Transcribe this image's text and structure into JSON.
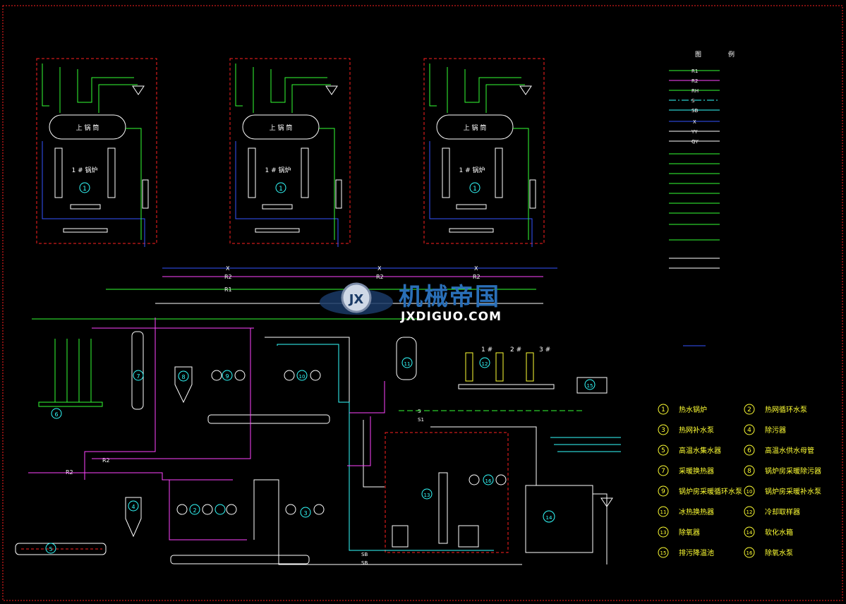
{
  "drawing": {
    "boilers": [
      {
        "drum_label": "上 锅 筒",
        "unit_label": "1 # 锅炉",
        "number": "1"
      },
      {
        "drum_label": "上 锅 筒",
        "unit_label": "1 # 锅炉",
        "number": "1"
      },
      {
        "drum_label": "上 锅 筒",
        "unit_label": "1 # 锅炉",
        "number": "1"
      }
    ],
    "pipe_labels": {
      "x": "X",
      "r2": "R2",
      "r1": "R1",
      "s": "S",
      "s1": "S1",
      "sb": "SB"
    },
    "equipment_numbers": [
      "2",
      "3",
      "4",
      "5",
      "6",
      "7",
      "8",
      "9",
      "10",
      "11",
      "12",
      "13",
      "14",
      "15",
      "16"
    ],
    "sampler_labels": [
      "1 #",
      "2 #",
      "3 #"
    ],
    "legend_header": [
      "图",
      "例"
    ],
    "legend_codes": [
      "R1",
      "R2",
      "RH",
      "S",
      "SB",
      "X",
      "YY",
      "QY"
    ],
    "equipment_legend": [
      {
        "num": "1",
        "name": "热水锅炉"
      },
      {
        "num": "2",
        "name": "热网循环水泵"
      },
      {
        "num": "3",
        "name": "热网补水泵"
      },
      {
        "num": "4",
        "name": "除污器"
      },
      {
        "num": "5",
        "name": "高温水集水器"
      },
      {
        "num": "6",
        "name": "高温水供水母管"
      },
      {
        "num": "7",
        "name": "采暖换热器"
      },
      {
        "num": "8",
        "name": "锅炉房采暖除污器"
      },
      {
        "num": "9",
        "name": "锅炉房采暖循环水泵"
      },
      {
        "num": "10",
        "name": "锅炉房采暖补水泵"
      },
      {
        "num": "11",
        "name": "冰热换热器"
      },
      {
        "num": "12",
        "name": "冷却取样器"
      },
      {
        "num": "13",
        "name": "除氧器"
      },
      {
        "num": "14",
        "name": "软化水箱"
      },
      {
        "num": "15",
        "name": "排污降温池"
      },
      {
        "num": "16",
        "name": "除氧水泵"
      }
    ]
  },
  "watermark": {
    "title": "机械帝国",
    "sub": "JXDIGUO.COM"
  },
  "colors": {
    "background": "#000000",
    "border_red": "#ff2020",
    "green": "#33ff33",
    "magenta": "#ff44ff",
    "blue": "#3355ff",
    "white": "#ffffff",
    "cyan": "#33ffff",
    "yellow": "#ffff33"
  }
}
